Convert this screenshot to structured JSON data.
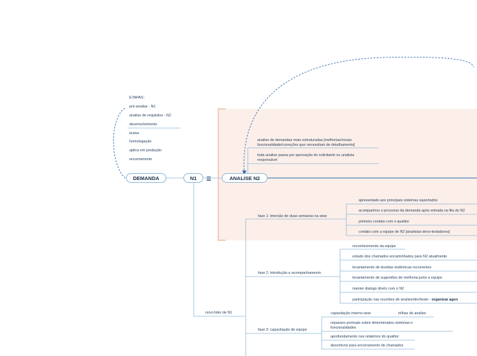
{
  "colors": {
    "line": "#8fb8d8",
    "dashed": "#2f6cb0",
    "region_fill": "#fcefe9",
    "region_edge": "#d9865a"
  },
  "note": {
    "lines": [
      "ETAPAS:",
      "pré-analise - N1",
      "analise de requisitos - N2",
      "desenvolvimento",
      "testes",
      "homologação",
      "aplica em produção",
      "encerramento"
    ]
  },
  "nodes": {
    "demanda": "DEMANDA",
    "n1": "N1",
    "analise_n2": "ANALISE N2"
  },
  "icons": {
    "notes": "notes-lines-icon"
  },
  "analise_items": [
    "analise de demandas mais estruturadas [melhorias/novas funcionalidade/correções que necessitam de detalhamento]",
    "toda analise passa por aprovação do solicitante ou analista responsável"
  ],
  "novo_lider": "novo lider de N1",
  "fases": [
    {
      "label": "fase 1: imersão de duas semanas na wise",
      "items": [
        "apresentado aos principais sistemas suportados",
        "acompanhou o processo da demanda após entrada na fila do N2",
        "primeiro contato com o qualitor",
        "contato com a equipe de N2 [analistas-devs-testadores]"
      ]
    },
    {
      "label": "fase 2: introdução e acompanhamento",
      "items": [
        "reconhecimento da equipe",
        "estudo dos chamados encaminhados para N2 atualmente",
        "levantamento de duvidas sistêmicas recorrentes",
        "levantamento de sugestões de melhoria junto a equipe",
        "manter dialogo direto com o N2",
        "participação nas reuniões de analise/dev/teste - "
      ],
      "bold_tail": "organizar agen"
    },
    {
      "label": "fase 3: capacitação de equipe",
      "items": [
        "capacitação interno wise",
        "repasses pontuais sobre determinados sistemas e funcionalidades",
        "aprofundamento nos relatórios do qualitor",
        "descritivos para encerramento de chamados"
      ],
      "sub_item": "trilhas de analise"
    }
  ]
}
